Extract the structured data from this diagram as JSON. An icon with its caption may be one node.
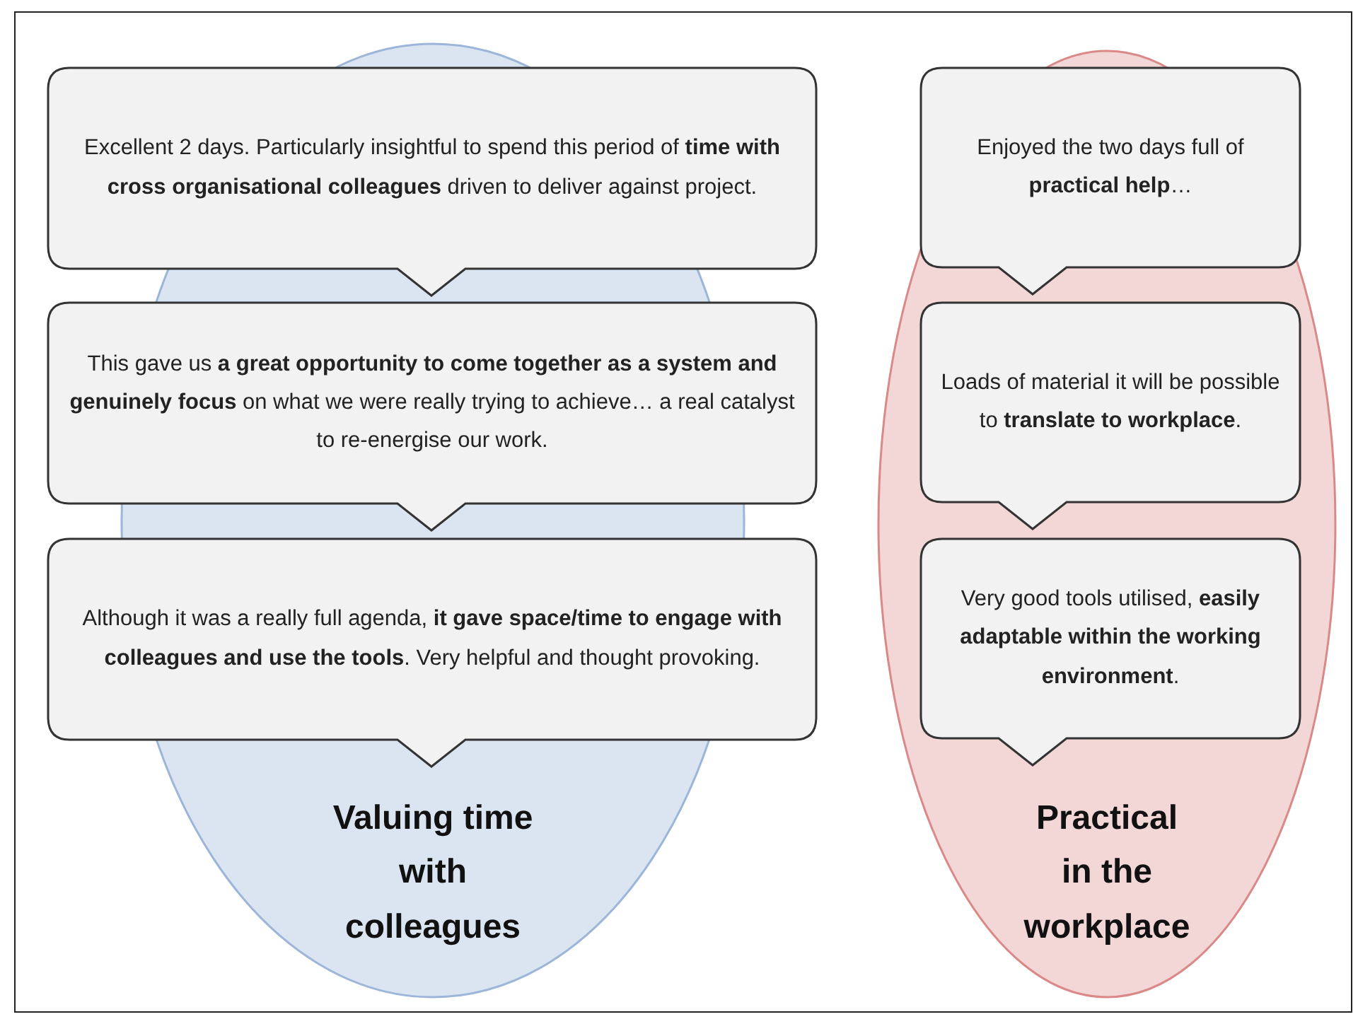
{
  "diagram": {
    "nodes": [
      {
        "text": [
          "Valuing time with colleagues"
        ]
      },
      {
        "text": [
          "Excellent 2 days. Particularly insightful to spend this period of **time with cross organisational colleagues** driven to deliver against project."
        ]
      },
      {
        "text": [
          "This gave us **a great opportunity to come together as a system and genuinely focus** on what we were really trying to achieve… a real catalyst to re-energise our work."
        ]
      },
      {
        "text": [
          "Although it was a really full agenda, **it gave space/time to engage with colleagues and use the tools**. Very helpful and thought provoking."
        ]
      },
      {
        "text": [
          "Practical in the workplace"
        ]
      },
      {
        "text": [
          "Enjoyed the two days full of **practical help**…"
        ],
        "in": 4
      },
      {
        "text": [
          "Loads of material it will be possible to **translate to workplace**."
        ],
        "in": 4
      },
      {
        "text": [
          "Very good tools utilised, **easily adaptable within the working environment**."
        ],
        "in": 4
      }
    ]
  }
}
